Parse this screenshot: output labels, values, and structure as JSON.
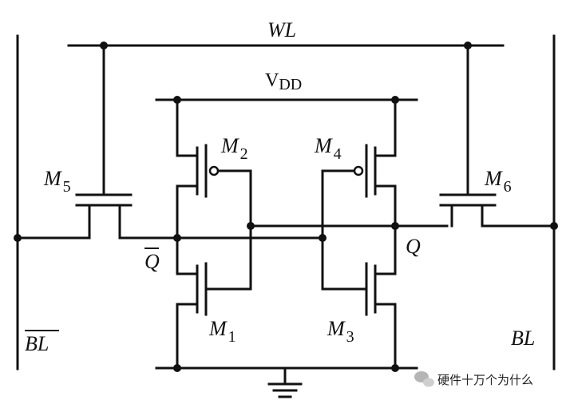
{
  "labels": {
    "wl": "WL",
    "vdd_main": "V",
    "vdd_sub": "DD",
    "m1": "M",
    "m1_sub": "1",
    "m2": "M",
    "m2_sub": "2",
    "m3": "M",
    "m3_sub": "3",
    "m4": "M",
    "m4_sub": "4",
    "m5": "M",
    "m5_sub": "5",
    "m6": "M",
    "m6_sub": "6",
    "q": "Q",
    "q_bar": "Q",
    "bl": "BL",
    "bl_bar": "BL"
  },
  "watermark": {
    "text": "硬件十万个为什么",
    "icon": "wechat-icon"
  }
}
